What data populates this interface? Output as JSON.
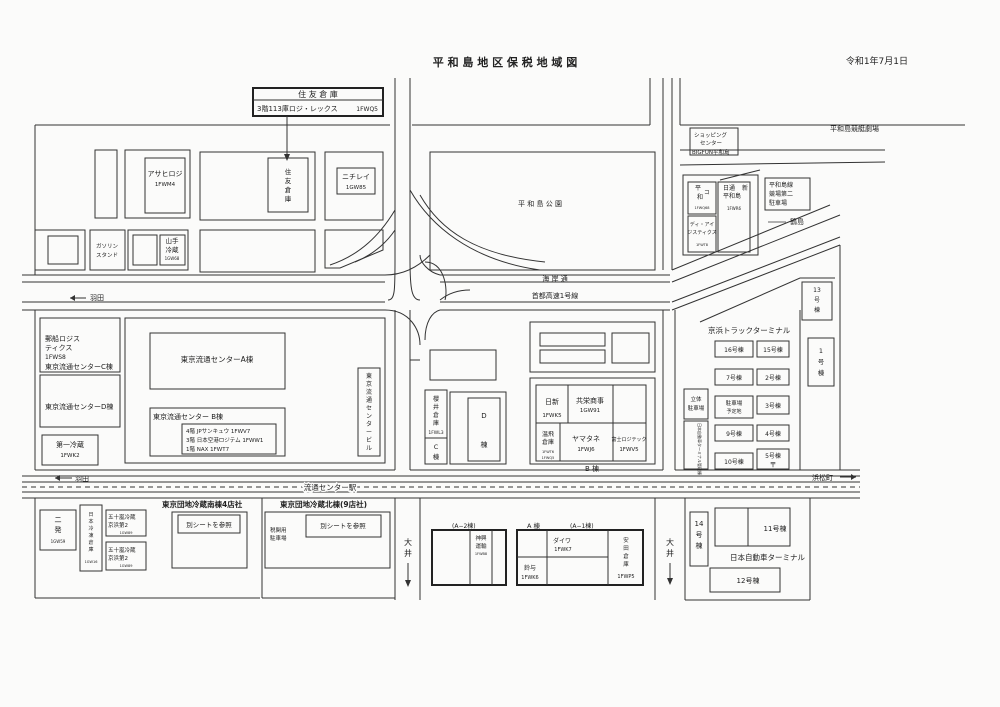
{
  "header": {
    "title": "平 和 島 地 区 保 税 地 域 図",
    "date": "令和1年7月1日"
  },
  "sumitomo_box": {
    "title": "住 友 倉 庫",
    "detail": "3階113庫ロジ・レックス",
    "code": "1FWQ5"
  },
  "places": {
    "heiwajima_kyoteijo": "平和島競艇劇場",
    "shopping_center": [
      "ショッピング",
      "センター",
      "BIGFUN平和島"
    ],
    "heiwajima_park": "平 和 島 公 園",
    "kaigan_dori": "海 岸 通",
    "shuto_kosoku": "首都高速1号線",
    "haneda_upper": "羽田",
    "haneda_lower": "羽田",
    "ryutsu_center_eki": "流通センター駅",
    "hamamatsucho": "浜松町",
    "kanan": "鶴島",
    "oi_left": [
      "大",
      "井"
    ],
    "oi_right": [
      "大",
      "井"
    ]
  },
  "buildings": {
    "asahi_logi": {
      "name": "アサヒロジ",
      "code": "1FWM4"
    },
    "sumitomo_soko": [
      "住",
      "友",
      "倉",
      "庫"
    ],
    "nichirei": {
      "name": "ニチレイ",
      "code": "1GW85"
    },
    "gasoline": [
      "ガソリン",
      "スタンド"
    ],
    "yamate_reizo": {
      "name": [
        "山手",
        "冷蔵"
      ],
      "code": "1GW68"
    },
    "nittsu_heiwajima": [
      "日通",
      "平和島"
    ],
    "shin": "新",
    "heiwa": [
      "平",
      "コ",
      "和"
    ],
    "nittsu_code": "1FWR6",
    "heiwa_code": "1FWQ68",
    "di_logistics": [
      "ディ・アイ",
      "ジスティクス"
    ],
    "di_code": "1FWT8",
    "heiwajima_parking": [
      "平和島線",
      "競場第二",
      "駐車場"
    ],
    "no13": [
      "13",
      "号",
      "棟"
    ],
    "keihin_truck": "京浜トラックターミナル",
    "truck_buildings": [
      "16号棟",
      "15号棟",
      "7号棟",
      "2号棟",
      "駐車場",
      "3号棟",
      "9号棟",
      "4号棟",
      "10号棟",
      "5号棟"
    ],
    "truck_parking_sub": "予定地",
    "rittai": [
      "立体",
      "駐車場"
    ],
    "nihon_jidosha_center": "日本自動車ターミナル管理棟",
    "no1": [
      "1",
      "号",
      "棟"
    ],
    "post": "〒",
    "kokusen_logi": {
      "name": [
        "郵船ロジス",
        "ティクス"
      ],
      "code": "1FWS8"
    },
    "ryutsu_c": "東京流通センターC棟",
    "ryutsu_d": "東京流通センターD棟",
    "daiichi_reizo": {
      "name": "第一冷蔵",
      "code": "1FWK2"
    },
    "ryutsu_a": "東京流通センターA棟",
    "ryutsu_b": {
      "name": "東京流通センター B棟",
      "rows": [
        "4階  JPサンキュウ  1FWV7",
        "3階  日本空港ロジテム  1FWW1",
        "1階  NAX  1FWT7"
      ]
    },
    "ryutsu_center_building": [
      "東",
      "京",
      "流",
      "通",
      "セ",
      "ン",
      "タ",
      "ー",
      "ビ",
      "ル"
    ],
    "sakurai_soko": {
      "name": [
        "櫻",
        "井",
        "倉",
        "庫"
      ],
      "code": "1FWL3"
    },
    "c_to": [
      "C",
      "棟"
    ],
    "d_to": [
      "D",
      "棟"
    ],
    "nissin": {
      "name": "日新",
      "code": "1FWK5"
    },
    "kyoei_shoji": {
      "name": "共栄商事",
      "code": "1GW91"
    },
    "onko_soko": {
      "name": [
        "温飛",
        "倉庫"
      ],
      "code": "1FWT6"
    },
    "onko_code2": "1FWQ5",
    "yamatane": {
      "name": "ヤマタネ",
      "code": "1FWJ6"
    },
    "fuji_logi": {
      "name": "富士ロジテック",
      "code": "1FWV5"
    },
    "b_to": "B 棟",
    "nisho": [
      "二",
      "発"
    ],
    "nisho_code": "1GW59",
    "nihon_reito": [
      "日",
      "本",
      "冷",
      "凍",
      "倉",
      "庫"
    ],
    "nihon_reito_code": "1GW16",
    "isoragawa_1": {
      "name": [
        "五十嵐冷蔵",
        "京浜第2"
      ],
      "code": "1GW89"
    },
    "isoragawa_2": {
      "name": [
        "五十嵐冷蔵",
        "京浜第2"
      ],
      "code": "1GW89"
    },
    "minami_to": "東京団地冷蔵南棟4店社",
    "kita_to": "東京団地冷蔵北棟(9店社)",
    "betsu_sheet_1": "別シートを参照",
    "betsu_sheet_2": "別シートを参照",
    "keiyo_parking": [
      "税関用",
      "駐車場"
    ],
    "a2_to": "(A−2棟)",
    "a_to": "A 棟",
    "a1_to": "(A−1棟)",
    "shinko_unyu": {
      "name": [
        "神興",
        "運輸"
      ],
      "code": "1FWB8"
    },
    "daiwa": {
      "name": "ダイワ",
      "code": "1FWK7"
    },
    "suzuyo": {
      "name": "鈴与",
      "code": "1FWK6"
    },
    "yasuda_soko": {
      "name": [
        "安",
        "田",
        "倉",
        "庫"
      ],
      "code": "1FWP5"
    },
    "no14": [
      "14",
      "号",
      "棟"
    ],
    "no11": "11号棟",
    "nihon_jidosha_terminal": "日本自動車ターミナル",
    "no12": "12号棟"
  }
}
